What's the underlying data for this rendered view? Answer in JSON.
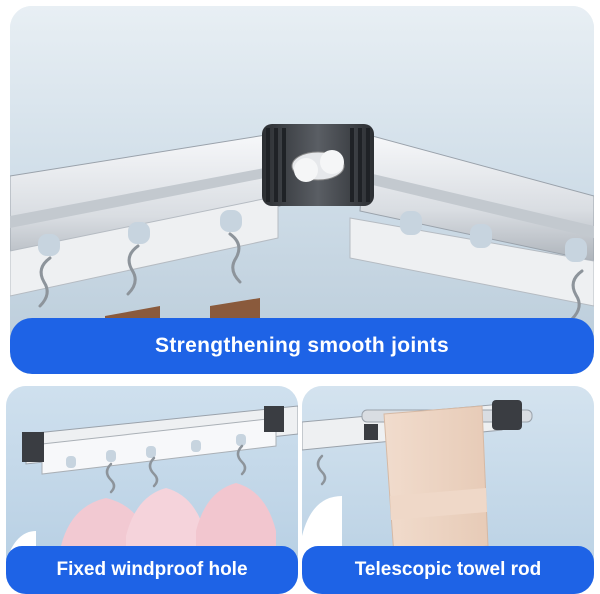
{
  "panels": {
    "top": {
      "caption": "Strengthening smooth joints"
    },
    "left": {
      "caption": "Fixed windproof hole"
    },
    "right": {
      "caption": "Telescopic towel rod"
    }
  },
  "colors": {
    "caption_bg": "#1e63e6",
    "sky": "#dfe8ef",
    "rail": "#e9ebee",
    "joint": "#3a3d42"
  }
}
